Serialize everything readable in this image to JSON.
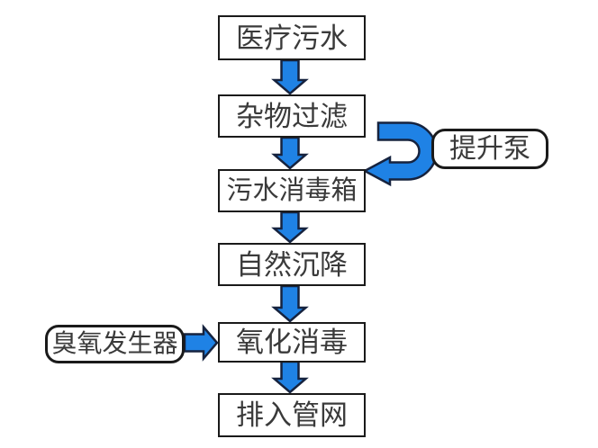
{
  "diagram": {
    "type": "flowchart",
    "flow_steps": [
      {
        "id": "medical-sewage",
        "label": "医疗污水"
      },
      {
        "id": "debris-filtering",
        "label": "杂物过滤"
      },
      {
        "id": "sewage-disinfection-tank",
        "label": "污水消毒箱"
      },
      {
        "id": "natural-sedimentation",
        "label": "自然沉降"
      },
      {
        "id": "oxidation-disinfection",
        "label": "氧化消毒"
      },
      {
        "id": "discharge-to-pipe-network",
        "label": "排入管网"
      }
    ],
    "side_nodes": [
      {
        "id": "lift-pump",
        "label": "提升泵",
        "attached_between": [
          "杂物过滤",
          "污水消毒箱"
        ]
      },
      {
        "id": "ozone-generator",
        "label": "臭氧发生器",
        "attached_to": "氧化消毒"
      }
    ],
    "colors": {
      "background": "#ffffff",
      "box_fill": "#ffffff",
      "box_border": "#1a1a1a",
      "text": "#3a3a3a",
      "arrow_fill": "#1f82e5",
      "arrow_outline": "#16233f"
    }
  }
}
